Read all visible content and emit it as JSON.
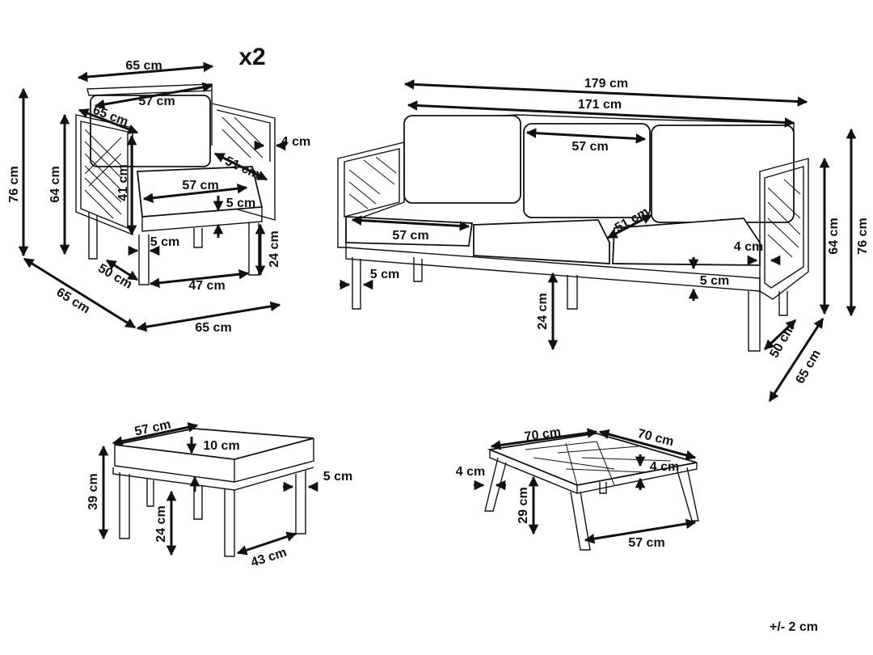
{
  "armchair": {
    "multiplier": "x2",
    "labels": {
      "width_top": "65 cm",
      "cushion_width": "57 cm",
      "depth_top": "65 cm",
      "height_total": "76 cm",
      "height_back": "64 cm",
      "seat_height": "41 cm",
      "arm_thickness": "4 cm",
      "seat_depth": "51 cm",
      "seat_width": "57 cm",
      "cushion_thickness": "5 cm",
      "leg_size": "5 cm",
      "leg_height": "24 cm",
      "leg_depth_span": "50 cm",
      "leg_width_span": "47 cm",
      "depth_bottom": "65 cm",
      "width_bottom": "65 cm"
    }
  },
  "sofa": {
    "labels": {
      "total_width": "179 cm",
      "inner_width": "171 cm",
      "back_cushion_width": "57 cm",
      "seat_cushion_width": "57 cm",
      "seat_depth": "51 cm",
      "arm_thickness": "4 cm",
      "leg_size": "5 cm",
      "cushion_thickness": "5 cm",
      "leg_height": "24 cm",
      "height_back": "64 cm",
      "height_total": "76 cm",
      "leg_depth_span": "50 cm",
      "depth": "65 cm"
    }
  },
  "ottoman": {
    "labels": {
      "width": "57 cm",
      "cushion_thickness": "10 cm",
      "height": "39 cm",
      "leg_size": "5 cm",
      "leg_height": "24 cm",
      "leg_span": "43 cm"
    }
  },
  "table": {
    "labels": {
      "width_left": "70 cm",
      "width_right": "70 cm",
      "leg_size": "4 cm",
      "top_thickness": "4 cm",
      "height": "29 cm",
      "leg_span": "57 cm"
    }
  },
  "tolerance": "+/- 2 cm"
}
